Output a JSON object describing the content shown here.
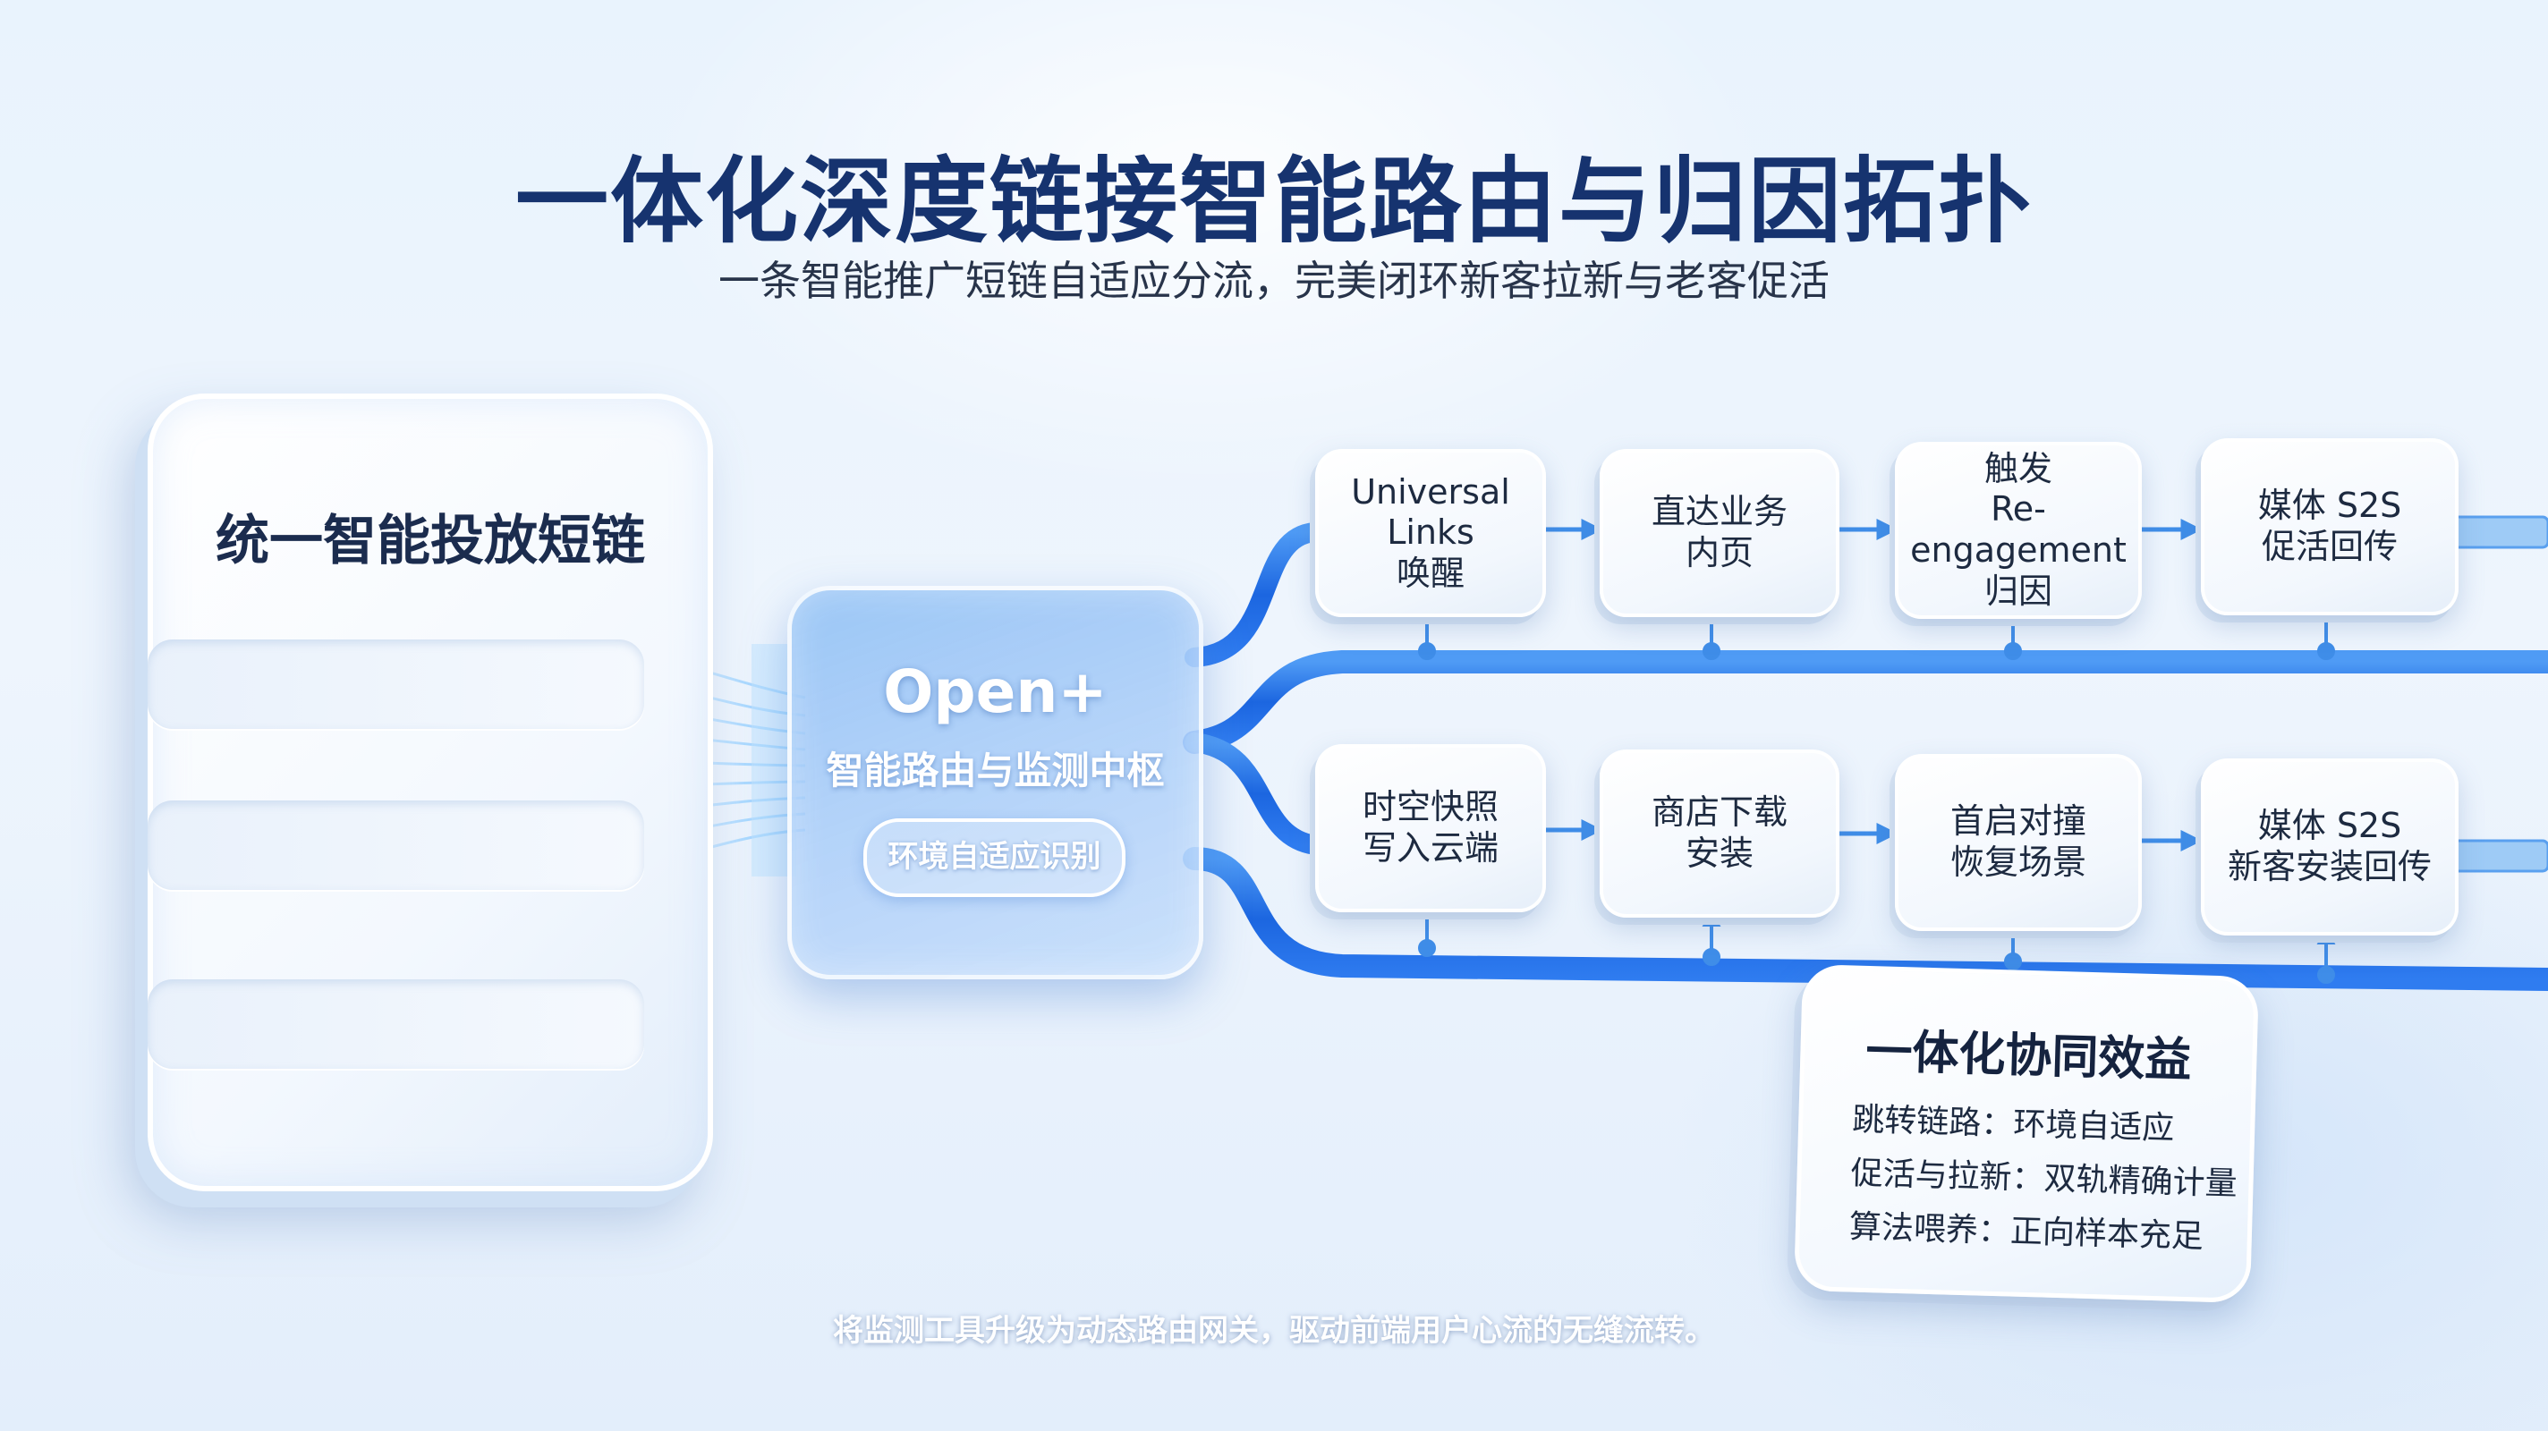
{
  "header": {
    "title": "一体化深度链接智能路由与归因拓扑",
    "subtitle": "一条智能推广短链自适应分流，完美闭环新客拉新与老客促活"
  },
  "left_panel": {
    "title": "统一智能投放短链"
  },
  "hub": {
    "title": "Open+",
    "subtitle": "智能路由与监测中枢",
    "badge": "环境自适应识别"
  },
  "top_row": [
    {
      "label": "Universal\nLinks\n唤醒"
    },
    {
      "label": "直达业务\n内页"
    },
    {
      "label": "触发\nRe-engagement\n归因"
    },
    {
      "label": "媒体 S2S\n促活回传"
    }
  ],
  "bottom_row": [
    {
      "label": "时空快照\n写入云端"
    },
    {
      "label": "商店下载\n安装"
    },
    {
      "label": "首启对撞\n恢复场景"
    },
    {
      "label": "媒体 S2S\n新客安装回传"
    }
  ],
  "benefit": {
    "title": "一体化协同效益",
    "items": [
      "跳转链路：环境自适应",
      "促活与拉新：双轨精确计量",
      "算法喂养：正向样本充足"
    ]
  },
  "footer": {
    "caption": "将监测工具升级为动态路由网关，驱动前端用户心流的无缝流转。"
  },
  "colors": {
    "title": "#16336f",
    "accent_blue": "#1f6fe8",
    "hub_blue": "#9cc6f5"
  }
}
